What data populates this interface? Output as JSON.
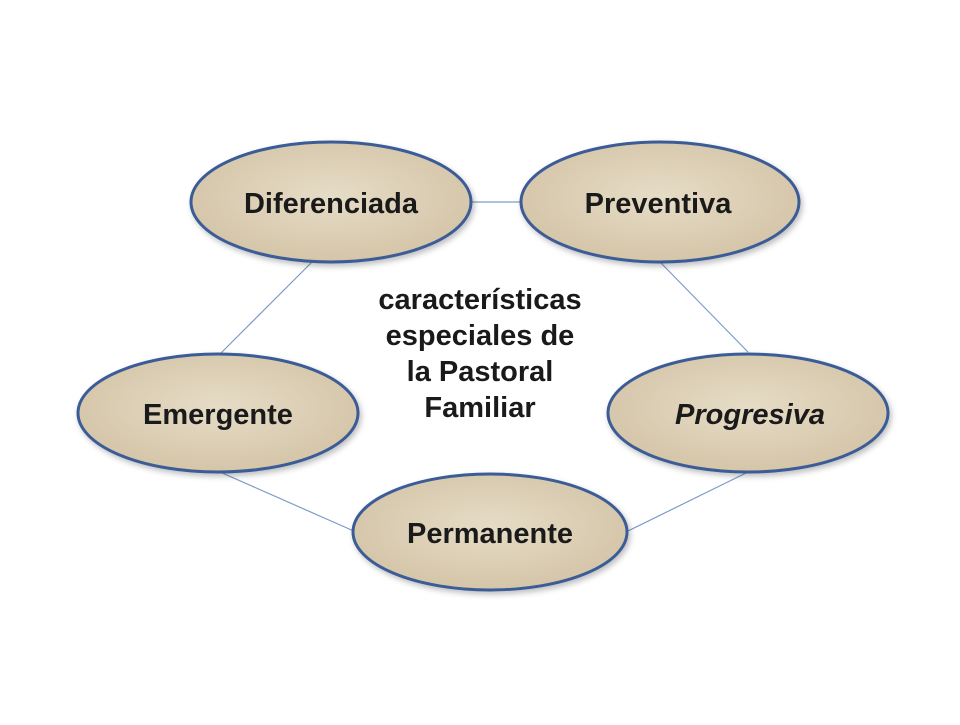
{
  "diagram": {
    "center": {
      "lines": [
        "características",
        "especiales de",
        "la Pastoral",
        "Familiar"
      ]
    },
    "nodes": [
      {
        "id": "diferenciada",
        "label": "Diferenciada"
      },
      {
        "id": "preventiva",
        "label": "Preventiva"
      },
      {
        "id": "emergente",
        "label": "Emergente"
      },
      {
        "id": "progresiva",
        "label": "Progresiva"
      },
      {
        "id": "permanente",
        "label": "Permanente"
      }
    ],
    "connections": [
      [
        "diferenciada",
        "preventiva"
      ],
      [
        "preventiva",
        "progresiva"
      ],
      [
        "progresiva",
        "permanente"
      ],
      [
        "permanente",
        "emergente"
      ],
      [
        "emergente",
        "diferenciada"
      ]
    ],
    "colors": {
      "node_fill": "#d9cbb0",
      "node_border": "#3b5c96",
      "connector": "#7d9cc9",
      "text": "#1a1a1a"
    }
  }
}
